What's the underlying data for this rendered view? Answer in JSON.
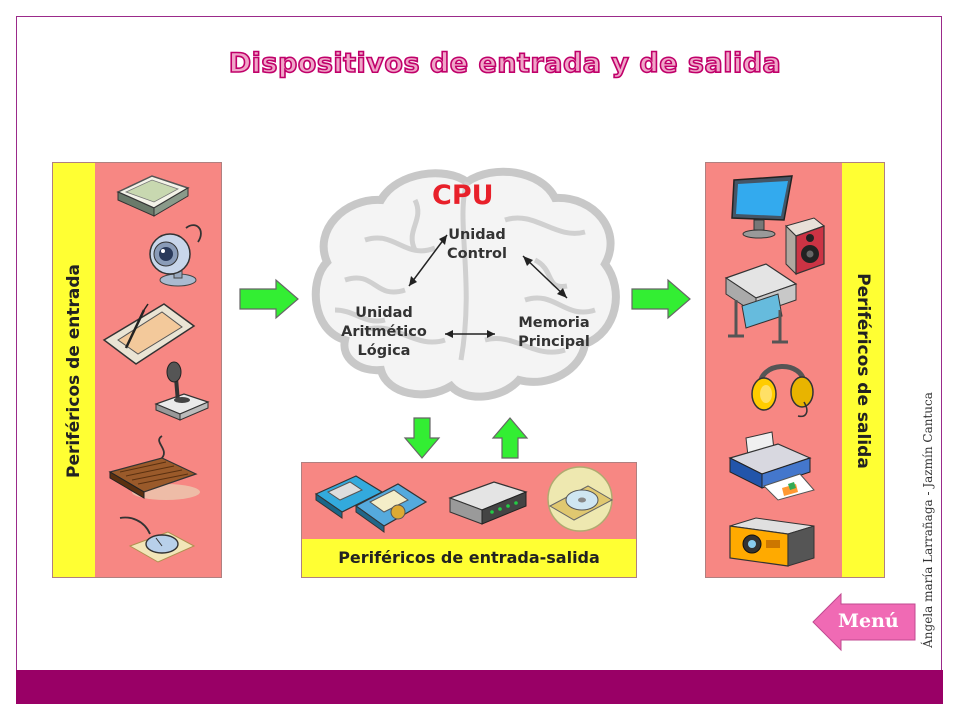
{
  "slide": {
    "title": "Dispositivos de entrada y de salida",
    "author": "Ángela maría Larrañaga - Jazmín Cantuca"
  },
  "input_panel": {
    "label": "Periféricos de entrada",
    "icons": [
      "scanner-icon",
      "webcam-icon",
      "graphics-tablet-icon",
      "joystick-icon",
      "keyboard-icon",
      "mouse-icon"
    ]
  },
  "output_panel": {
    "label": "Periféricos de salida",
    "icons": [
      "monitor-icon",
      "speaker-icon",
      "plotter-icon",
      "headphones-icon",
      "printer-icon",
      "projector-icon"
    ]
  },
  "cpu": {
    "title": "CPU",
    "control_unit": [
      "Unidad",
      "Control"
    ],
    "alu": [
      "Unidad",
      "Aritmético",
      "Lógica"
    ],
    "memory": [
      "Memoria",
      "Principal"
    ]
  },
  "io_panel": {
    "label": "Periféricos de entrada-salida",
    "icons": [
      "floppy-disk-icon",
      "modem-icon",
      "cd-drive-icon"
    ]
  },
  "navigation": {
    "menu_label": "Menú"
  },
  "colors": {
    "panel_pink": "#f78783",
    "panel_yellow": "#ffff33",
    "arrow_green": "#33ee33",
    "bottom_bar": "#990066",
    "title_outline": "#c0006a",
    "menu_button": "#f06ab4",
    "cpu_red": "#e8202a"
  }
}
